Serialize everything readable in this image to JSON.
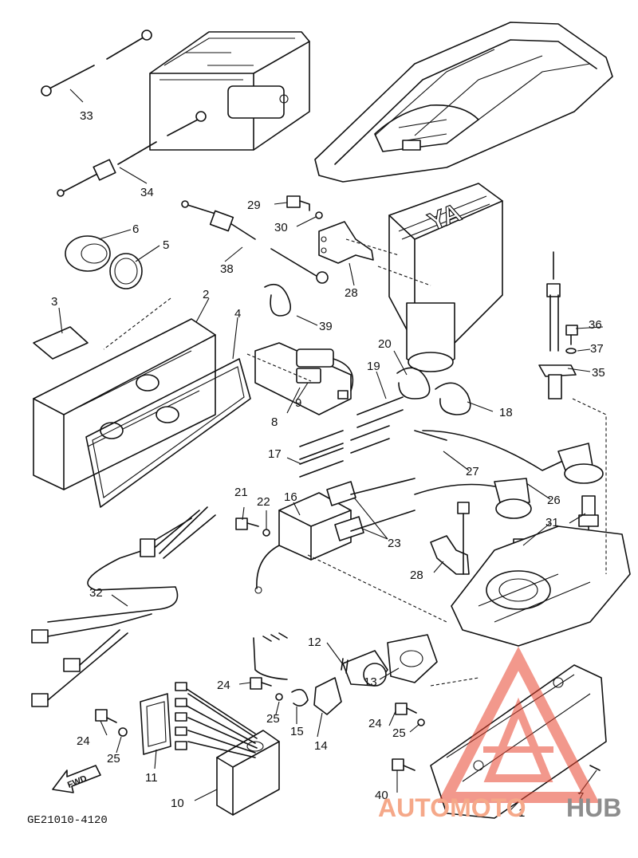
{
  "diagram": {
    "drawing_code": "GE21010-4120",
    "fwd_label": "FWD",
    "hull_marking": "YA",
    "callouts": {
      "c1": "1",
      "c2": "2",
      "c3": "3",
      "c4": "4",
      "c5": "5",
      "c6": "6",
      "c7": "7",
      "c8": "8",
      "c9": "9",
      "c10": "10",
      "c11": "11",
      "c12": "12",
      "c13": "13",
      "c14": "14",
      "c15": "15",
      "c16": "16",
      "c17": "17",
      "c18": "18",
      "c19": "19",
      "c20": "20",
      "c21": "21",
      "c22": "22",
      "c23": "23",
      "c24a": "24",
      "c24b": "24",
      "c24c": "24",
      "c25a": "25",
      "c25b": "25",
      "c25c": "25",
      "c26": "26",
      "c27": "27",
      "c28a": "28",
      "c28b": "28",
      "c29": "29",
      "c30": "30",
      "c31": "31",
      "c32": "32",
      "c33": "33",
      "c34": "34",
      "c35": "35",
      "c36": "36",
      "c37": "37",
      "c38": "38",
      "c39": "39",
      "c40": "40"
    }
  },
  "watermark": {
    "brand_auto": "AUTOMOTO",
    "brand_hub": "HUB",
    "logo_color": "#e8442f",
    "text_color_light": "#f5a889",
    "text_color_dark": "#8d8d8d"
  }
}
